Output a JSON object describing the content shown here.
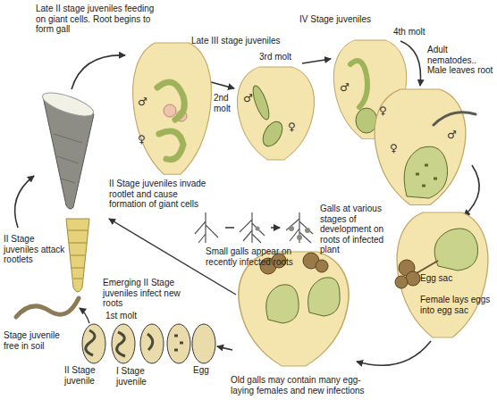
{
  "diagram": {
    "labels": [
      "Late II stage juveniles feeding on giant cells. Root begins to form gall",
      "Late III stage juveniles",
      "IV Stage juveniles",
      "2nd molt",
      "3rd molt",
      "4th molt",
      "Adult nematodes.. Male leaves root",
      "II Stage juveniles invade rootlet and cause formation of giant cells",
      "Small galls appear on recently infected roots",
      "Galls at various stages of development on roots of infected plant",
      "Egg sac",
      "Female lays eggs into egg sac",
      "Emerging II Stage juveniles infect new roots",
      "Old galls may contain many egg-laying females and new infections",
      "II Stage juveniles attack rootlets",
      "Stage juvenile free in soil",
      "1st molt",
      "II Stage juvenile",
      "I Stage juvenile",
      "Egg",
      "♂",
      "♀",
      "♂",
      "♀",
      "♂",
      "♀",
      "♂",
      "♀"
    ]
  }
}
